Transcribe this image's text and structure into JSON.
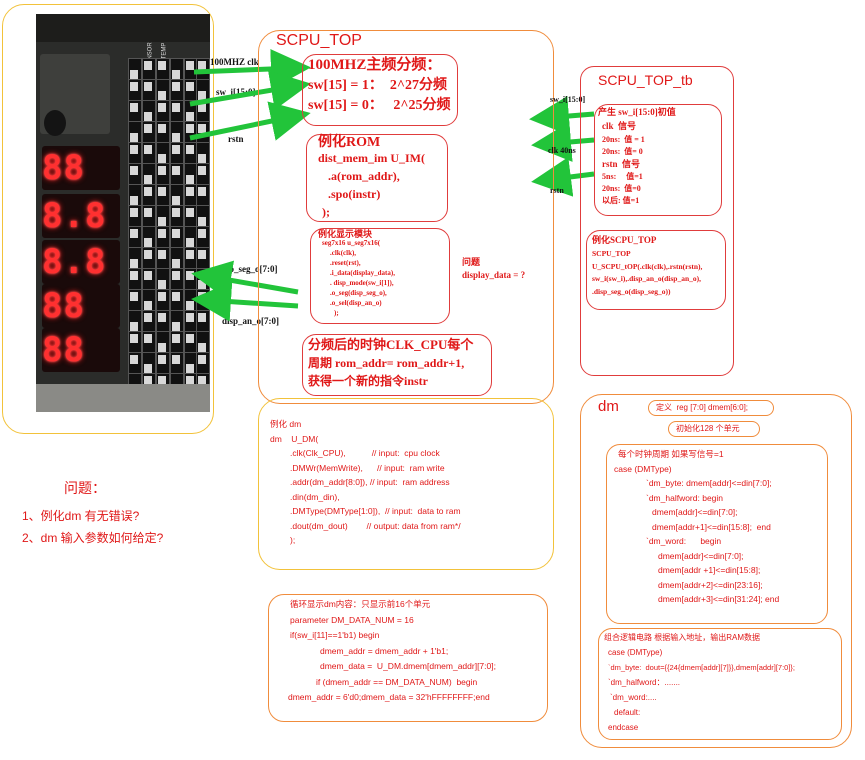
{
  "board": {
    "digits": [
      "88",
      "8.8",
      "8.8",
      "88",
      "88"
    ],
    "labels": [
      "TEMP",
      "SENSOR"
    ]
  },
  "left_signals": {
    "clk_in": "100MHZ clk",
    "sw_in": "sw_i[15:0]",
    "rstn_in": "rstn",
    "seg_out": "disp_seg_o[7:0]",
    "an_out": "disp_an_o[7:0]"
  },
  "scpu_top": {
    "title": "SCPU_TOP",
    "clk_div": {
      "lines": [
        "100MHZ主频分频：",
        "sw[15] = 1：  2^27分频",
        "sw[15] = 0：   2^25分频"
      ]
    },
    "rom": {
      "title": "例化ROM",
      "lines": [
        "dist_mem_im U_IM(",
        ".a(rom_addr),",
        ".spo(instr)",
        ");"
      ]
    },
    "display": {
      "title": "例化显示模块",
      "lines": [
        "seg7x16 u_seg7x16(",
        ".clk(clk),",
        ".reset(rst),",
        ".i_data(display_data),",
        ". disp_mode(sw_i[1]),",
        ".o_seg(disp_seg_o),",
        ".o_sel(disp_an_o)",
        ");"
      ]
    },
    "question": {
      "title": "问题",
      "text": "display_data = ?"
    },
    "clk_cpu": {
      "lines": [
        "分频后的时钟CLK_CPU每个",
        "周期 rom_addr= rom_addr+1,",
        "获得一个新的指令instr"
      ]
    }
  },
  "tb": {
    "title": "SCPU_TOP_tb",
    "init": {
      "lines": [
        "产生 sw_i[15:0]初值",
        "clk  信号",
        "20ns:  值 = 1",
        "20ns:  值= 0",
        "rstn  信号",
        "5ns:     值=1",
        "20ns:  值=0",
        "以后: 值=1"
      ]
    },
    "inst": {
      "lines": [
        "例化SCPU_TOP",
        "SCPU_TOP",
        "U_SCPU_tOP(.clk(clk),.rstn(rstn),",
        "sw_i(sw_i),.disp_an_o(disp_an_o),",
        ".disp_seg_o(disp_seg_o))"
      ]
    }
  },
  "right_signals": {
    "sw": "sw_i[15:0]",
    "clk": "clk 40ns",
    "rstn": "rstn"
  },
  "dm_inst": {
    "lines": [
      "例化 dm",
      "dm    U_DM(",
      ".clk(Clk_CPU),           // input:  cpu clock",
      ".DMWr(MemWrite),      // input:  ram write",
      ".addr(dm_addr[8:0]), // input:  ram address",
      ".din(dm_din),",
      ".DMType(DMType[1:0]),  // input:  data to ram",
      ".dout(dm_dout)        // output: data from ram*/",
      ");"
    ]
  },
  "questions": {
    "title": "问题：",
    "items": [
      "1、例化dm 有无错误?",
      "2、dm 输入参数如何给定?"
    ]
  },
  "loop": {
    "lines": [
      "循环显示dm内容：只显示前16个单元",
      "parameter DM_DATA_NUM = 16",
      "if(sw_i[11]==1'b1) begin",
      "dmem_addr = dmem_addr + 1'b1;",
      "dmem_data =  U_DM.dmem[dmem_addr][7:0];",
      "if (dmem_addr == DM_DATA_NUM)  begin",
      "dmem_addr = 6'd0;dmem_data = 32'hFFFFFFFF;end"
    ]
  },
  "dm": {
    "title": "dm",
    "def": "定义  reg [7:0] dmem[6:0];",
    "init": "初始化128 个单元",
    "write": {
      "lines": [
        "每个时钟周期 如果写信号=1",
        "case (DMType)",
        "`dm_byte: dmem[addr]<=din[7:0];",
        "`dm_halfword: begin",
        "dmem[addr]<=din[7:0];",
        "dmem[addr+1]<=din[15:8];  end",
        "`dm_word:      begin",
        "dmem[addr]<=din[7:0];",
        "dmem[addr +1]<=din[15:8];",
        "dmem[addr+2]<=din[23:16];",
        "dmem[addr+3]<=din[31:24]; end"
      ]
    },
    "read": {
      "lines": [
        "组合逻辑电路 根据输入地址，输出RAM数据",
        "case (DMType)",
        "`dm_byte:  dout={{24{dmem[addr][7]}},dmem[addr][7:0]};",
        "`dm_halfword：.......",
        "`dm_word:....",
        "default:",
        "endcase"
      ]
    }
  },
  "colors": {
    "orange": "#f08c3c",
    "red": "#e01818",
    "green": "#22c43a",
    "yellow": "#f2c23a"
  }
}
